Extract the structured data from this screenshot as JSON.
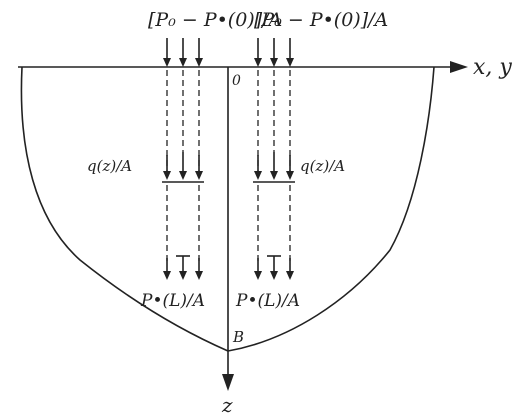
{
  "labels": {
    "top_load_left": "[P₀ − P•(0)]/A",
    "top_load_right": "[P₀ − P•(0)]/A",
    "mid_load_left": "q(z)/A",
    "mid_load_right": "q(z)/A",
    "bottom_load_left": "P•(L)/A",
    "bottom_load_right": "P•(L)/A",
    "origin": "0",
    "axis_x": "x, y",
    "axis_z": "z",
    "point_b": "B"
  }
}
